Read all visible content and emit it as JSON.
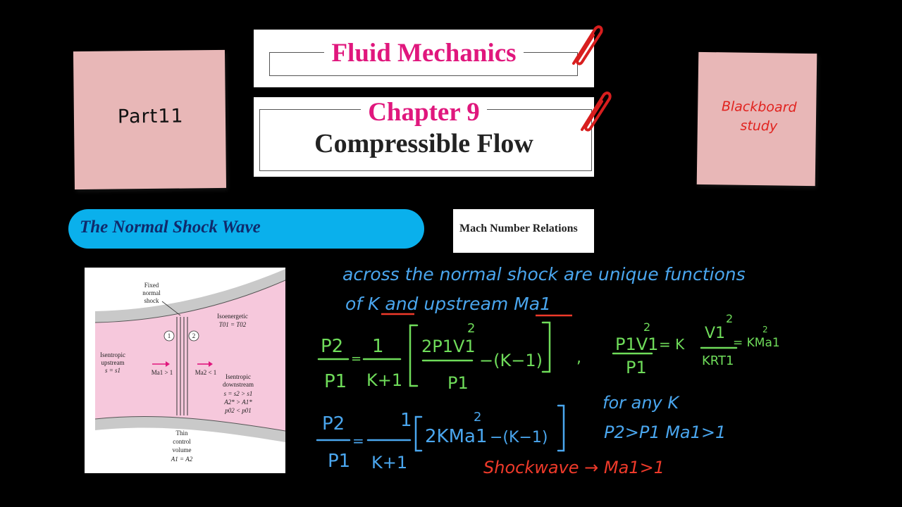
{
  "notes": {
    "left": "Part11",
    "right_line1": "Blackboard",
    "right_line2": "study"
  },
  "header": {
    "subject": "Fluid Mechanics",
    "chapter": "Chapter 9",
    "chapter_title": "Compressible Flow"
  },
  "section": {
    "topic": "The Normal Shock Wave",
    "subtopic": "Mach Number Relations"
  },
  "figure": {
    "fixed_normal_shock_1": "Fixed",
    "fixed_normal_shock_2": "normal",
    "fixed_normal_shock_3": "shock",
    "station_1": "1",
    "station_2": "2",
    "isoenergetic": "Isoenergetic",
    "isoenergetic_eq": "T01 = T02",
    "isentropic_up_1": "Isentropic",
    "isentropic_up_2": "upstream",
    "isentropic_up_3": "s = s1",
    "ma1": "Ma1 > 1",
    "ma2": "Ma2 < 1",
    "isentropic_down_1": "Isentropic",
    "isentropic_down_2": "downstream",
    "isentropic_down_3": "s = s2 > s1",
    "isentropic_down_4": "A2* > A1*",
    "isentropic_down_5": "p02 < p01",
    "thin_1": "Thin",
    "thin_2": "control",
    "thin_3": "volume",
    "thin_4": "A1 = A2"
  },
  "handwriting": {
    "line1": "across the normal shock are unique functions",
    "line2": "of K and upstream Ma1",
    "eq1_lhs_num": "P2",
    "eq1_lhs_den": "P1",
    "eq1_frac_num": "1",
    "eq1_frac_den": "K+1",
    "eq1_inner_num": "2P1V1",
    "eq1_inner_exp": "2",
    "eq1_inner_den": "P1",
    "eq1_minus": "−(K−1)",
    "eq2_lhs_num": "P1V1",
    "eq2_lhs_exp": "2",
    "eq2_lhs_den": "P1",
    "eq2_eqK": "= K",
    "eq2_rhs_num": "V1",
    "eq2_rhs_exp": "2",
    "eq2_rhs_den": "KRT1",
    "eq2_result": "= KMa1",
    "eq2_result_exp": "2",
    "eq3_lhs_num": "P2",
    "eq3_lhs_den": "P1",
    "eq3_frac_num": "1",
    "eq3_frac_den": "K+1",
    "eq3_inner": "2KMa1",
    "eq3_inner_exp": "2",
    "eq3_minus": "−(K−1)",
    "for_any": "for any K",
    "inequality": "P2>P1   Ma1>1",
    "shockwave": "Shockwave → Ma1>1"
  },
  "colors": {
    "blue_ink": "#4aa6ee",
    "green_ink": "#6fdc5a",
    "red_ink": "#ef3a2a",
    "pink_title": "#e0177d",
    "pill": "#0ab0ec",
    "note": "#e8b7b7"
  }
}
